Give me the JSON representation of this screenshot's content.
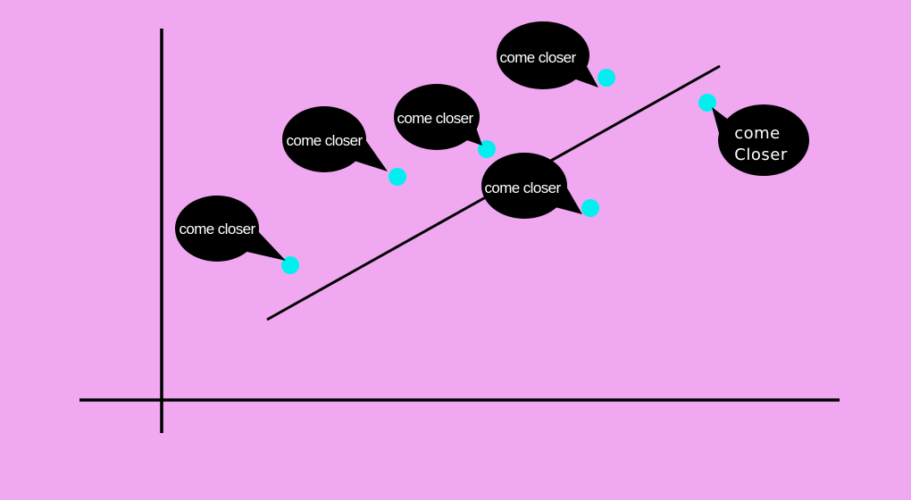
{
  "colors": {
    "background": "#f0a8f0",
    "ink": "#000000",
    "point": "#00f0f0",
    "bubble_text": "#ffffff"
  },
  "bubbles": [
    {
      "id": "left",
      "text": "come closer"
    },
    {
      "id": "mid-left",
      "text": "come closer"
    },
    {
      "id": "upper-middle",
      "text": "come closer"
    },
    {
      "id": "top",
      "text": "come closer"
    },
    {
      "id": "on-line",
      "text": "come closer"
    },
    {
      "id": "right",
      "lines": [
        "come",
        "Closer"
      ]
    }
  ]
}
